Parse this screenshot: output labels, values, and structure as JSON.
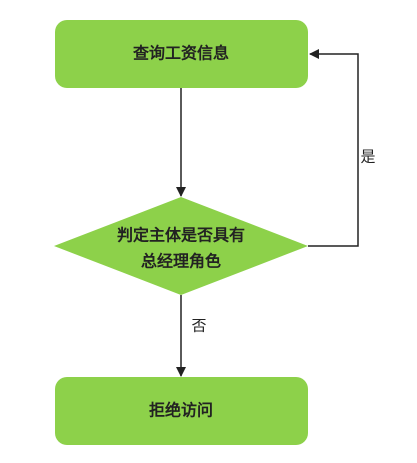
{
  "diagram": {
    "nodes": {
      "query": {
        "label": "查询工资信息"
      },
      "decision": {
        "line1": "判定主体是否具有",
        "line2": "总经理角色"
      },
      "deny": {
        "label": "拒绝访问"
      }
    },
    "edges": {
      "yes": {
        "label": "是"
      },
      "no": {
        "label": "否"
      }
    },
    "colors": {
      "node_fill": "#8dd14a",
      "line": "#222222"
    }
  }
}
